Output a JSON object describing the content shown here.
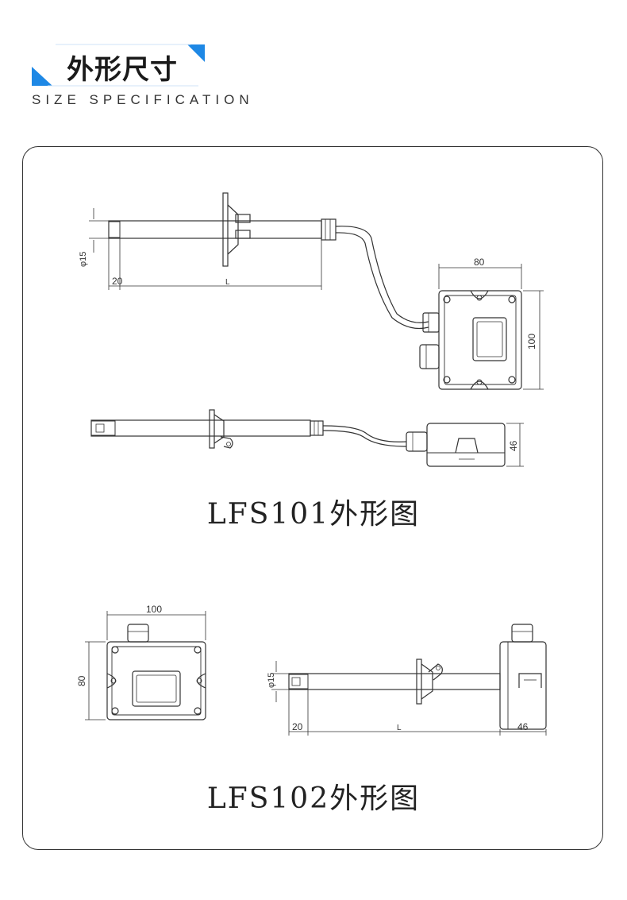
{
  "header": {
    "title_cn": "外形尺寸",
    "title_en": "SIZE SPECIFICATION",
    "accent_color": "#1e88e5"
  },
  "lfs101": {
    "caption": "LFS101外形图",
    "dim_probe_dia": "φ15",
    "dim_tip": "20",
    "dim_length": "L",
    "dim_box_width": "80",
    "dim_box_height": "100",
    "dim_box_depth": "46"
  },
  "lfs102": {
    "caption": "LFS102外形图",
    "dim_box_width": "100",
    "dim_box_height": "80",
    "dim_probe_dia": "φ15",
    "dim_tip": "20",
    "dim_length": "L",
    "dim_box_depth": "46"
  }
}
